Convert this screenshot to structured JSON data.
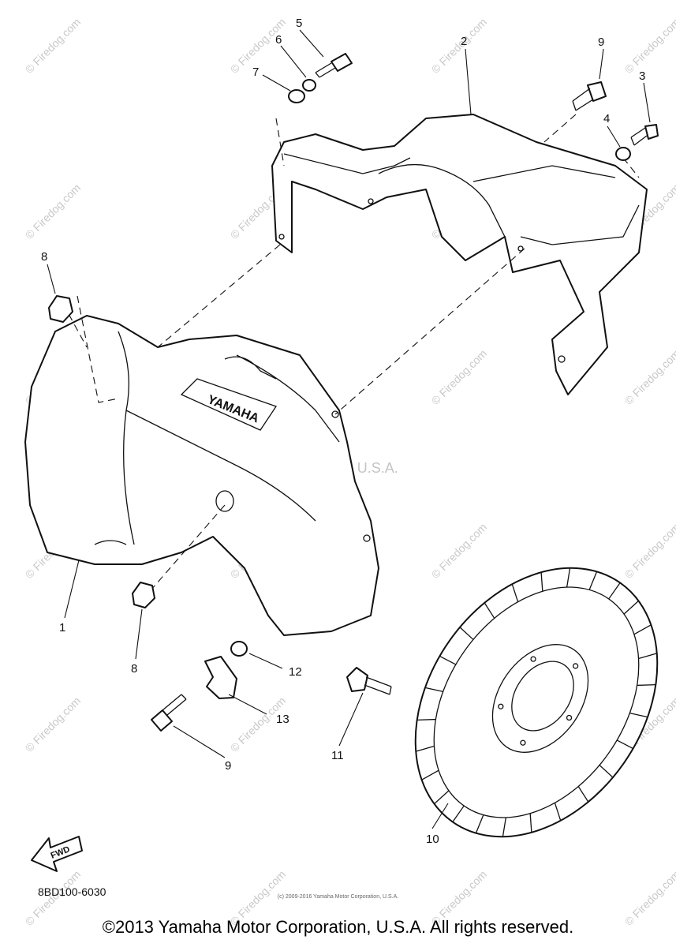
{
  "diagram": {
    "callouts": [
      "1",
      "2",
      "3",
      "4",
      "5",
      "6",
      "7",
      "8",
      "8",
      "9",
      "9",
      "10",
      "11",
      "12",
      "13"
    ],
    "cover_brand": "YAMAHA",
    "fwd_label": "FWD",
    "diagram_code": "8BD100-6030"
  },
  "watermarks": {
    "site": "© Firedog.com",
    "corp": "Yamaha Motor Corp, U.S.A."
  },
  "footer": {
    "copyright": "©2013 Yamaha Motor Corporation, U.S.A. All rights reserved.",
    "small_print": "(c) 2009-2016 Yamaha Motor Corporation, U.S.A."
  }
}
